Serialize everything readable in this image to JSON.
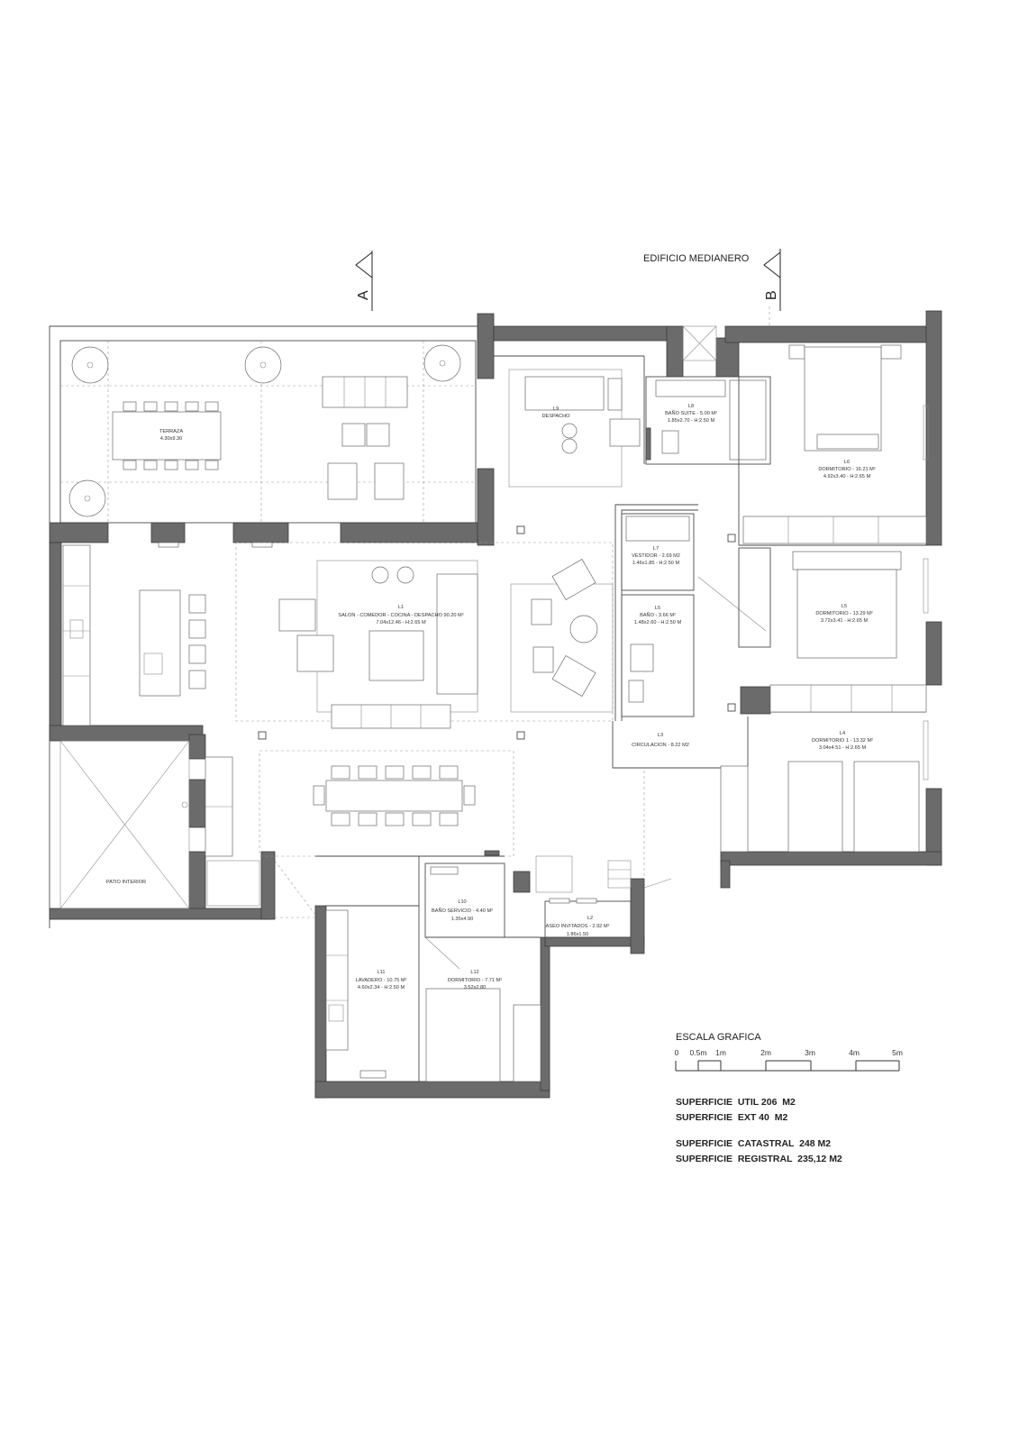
{
  "header": {
    "building_label": "EDIFICIO MEDIANERO"
  },
  "section_markers": [
    {
      "label": "A"
    },
    {
      "label": "B"
    }
  ],
  "terraza": {
    "name": "TERRAZA",
    "dims": "4.30x9.30"
  },
  "patio": {
    "name": "PATIO INTERIOR"
  },
  "rooms": {
    "despacho": {
      "id": "L9",
      "name": "DESPACHO"
    },
    "bano_suite": {
      "id": "L8",
      "name": "BAÑO SUITE - 5.00 M²",
      "dims": "1.85x2.70 - H:2.50 M"
    },
    "dormitorio_top": {
      "id": "L6",
      "name": "DORMITORIO - 16.21 M²",
      "dims": "4.92x3.40 - H:2.65 M"
    },
    "vestidor": {
      "id": "L7",
      "name": "VESTIDOR - 2.69 M2",
      "dims": "1.46x1.85 - H:2.50 M"
    },
    "salon": {
      "id": "L1",
      "name": "SALON - COMEDOR - COCINA - DESPACHO 90.20 M²",
      "dims": "7.04x12.46 - H:2.65 M"
    },
    "bano": {
      "id": "L5",
      "name": "BAÑO - 3.66 M²",
      "dims": "1.48x2.60 - H:2.50 M"
    },
    "dormitorio_mid": {
      "id": "L5",
      "name": "DORMITORIO - 13.29 M²",
      "dims": "3.72x3.41 - H:2.65 M"
    },
    "dormitorio_1": {
      "id": "L4",
      "name": "DORMITORIO 1 - 13.32 M²",
      "dims": "3.04x4.51 - H:2.65 M"
    },
    "circulacion": {
      "id": "L3",
      "name": "CIRCULACION - 8.22 M2"
    },
    "bano_servicio": {
      "id": "L10",
      "name": "BAÑO SERVICIO - 4.40 M²",
      "dims": "1.35x4.90"
    },
    "aseo": {
      "id": "L2",
      "name": "ASEO INVITADOS - 2.92 M²",
      "dims": "1.86x1.50"
    },
    "lavadero": {
      "id": "L11",
      "name": "LAVADERO - 10.75 M²",
      "dims": "4.60x2.34 - H:2.50 M"
    },
    "dormitorio_servicio": {
      "id": "L12",
      "name": "DORMITORIO - 7.71 M²",
      "dims": "3.52x2.80"
    }
  },
  "scale": {
    "title": "ESCALA GRAFICA",
    "ticks": [
      "0",
      "0.5m",
      "1m",
      "2m",
      "3m",
      "4m",
      "5m"
    ]
  },
  "surfaces": [
    "SUPERFICIE  UTIL 206  M2",
    "SUPERFICIE  EXT 40  M2",
    "SUPERFICIE  CATASTRAL  248 M2",
    "SUPERFICIE  REGISTRAL  235,12 M2"
  ],
  "colors": {
    "wall": "#6b6b6b",
    "line": "#4a4a4a"
  }
}
